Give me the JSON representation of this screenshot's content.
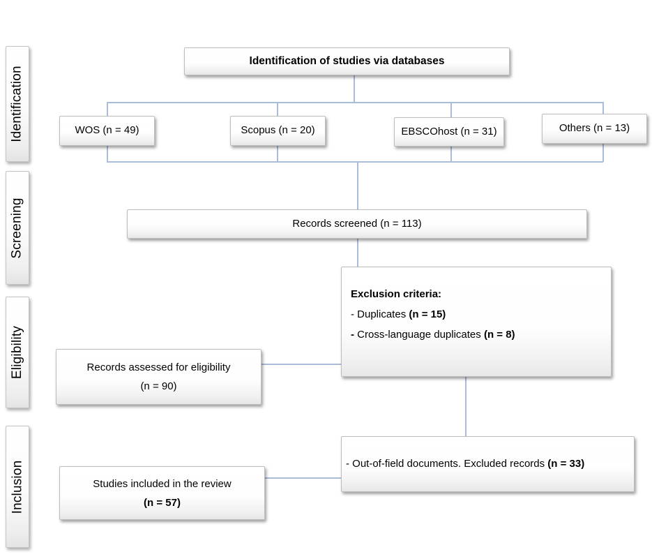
{
  "colors": {
    "connector": "#a9bcd9",
    "box_border": "#bdbdbd",
    "text": "#000000",
    "background": "#ffffff"
  },
  "sidebar": {
    "stages": [
      {
        "label": "Identification"
      },
      {
        "label": "Screening"
      },
      {
        "label": "Eligibility"
      },
      {
        "label": "Inclusion"
      }
    ]
  },
  "flow": {
    "title_box": {
      "text": "Identification of studies via databases"
    },
    "database_boxes": [
      {
        "label": "WOS (n = 49)"
      },
      {
        "label": "Scopus (n = 20)"
      },
      {
        "label": "EBSCOhost (n = 31)"
      },
      {
        "label": "Others (n = 13)"
      }
    ],
    "records_screened_box": {
      "text": "Records screened (n = 113)"
    },
    "exclusion_box": {
      "heading": "Exclusion criteria:",
      "items": [
        [
          {
            "text": "- Duplicates ",
            "bold": false
          },
          {
            "text": "(n = 15)",
            "bold": true
          }
        ],
        [
          {
            "text": "- ",
            "bold": true
          },
          {
            "text": "Cross-language duplicates ",
            "bold": false
          },
          {
            "text": "(n = 8)",
            "bold": true
          }
        ]
      ]
    },
    "eligibility_box": {
      "line1": "Records assessed for eligibility",
      "line2": "(n = 90)"
    },
    "out_of_field_box": [
      {
        "text": "- Out-of-field documents. Excluded records ",
        "bold": false
      },
      {
        "text": "(n = 33)",
        "bold": true
      }
    ],
    "included_box": {
      "line1": "Studies included in the review",
      "line2": "(n = 57)"
    }
  }
}
